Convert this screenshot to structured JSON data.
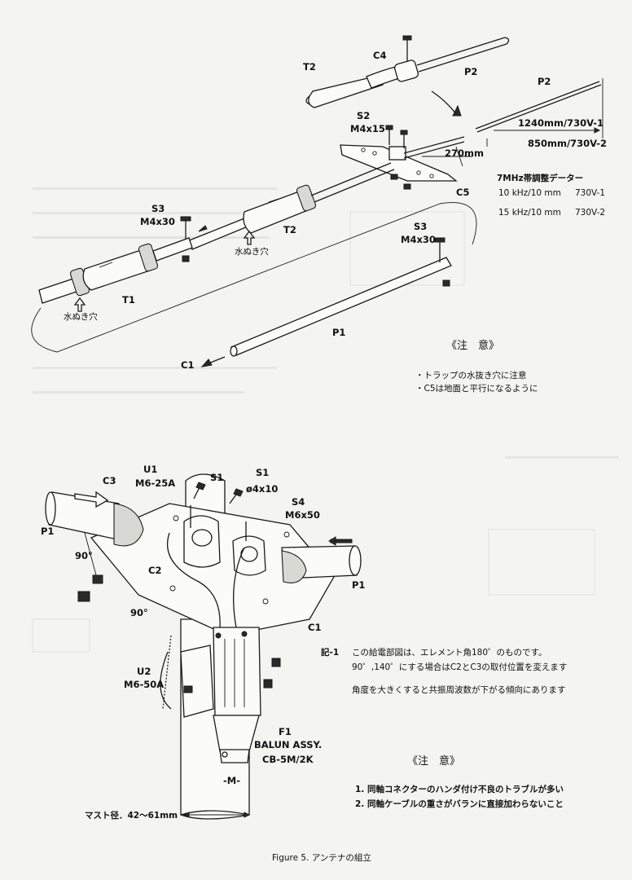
{
  "top_labels": {
    "c4": "C4",
    "t2_top": "T2",
    "p2_a": "P2",
    "p2_b": "P2",
    "s2": "S2",
    "s2_size": "M4x15",
    "dim_1240": "1240mm/730V-1",
    "dim_850": "850mm/730V-2",
    "dim_270": "270mm",
    "c5": "C5",
    "s3_left": "S3",
    "s3_left_size": "M4x30",
    "t2_mid": "T2",
    "drain_mid": "水ぬき穴",
    "t1": "T1",
    "drain_left": "水ぬき穴",
    "s3_right": "S3",
    "s3_right_size": "M4x30",
    "p1_top": "P1",
    "c1_top": "C1"
  },
  "adjust_data": {
    "title": "7MHz帯調整データー",
    "rows": [
      {
        "freq": "10 kHz/10 mm",
        "model": "730V-1"
      },
      {
        "freq": "15 kHz/10 mm",
        "model": "730V-2"
      }
    ]
  },
  "caution_top": {
    "title": "《注　意》",
    "items": [
      "・トラップの水抜き穴に注意",
      "・C5は地面と平行になるように"
    ]
  },
  "bottom_labels": {
    "u1": "U1",
    "u1_size": "M6-25A",
    "c3": "C3",
    "s1_a": "S1",
    "s1_b": "S1",
    "s1_size": "ø4x10",
    "s4": "S4",
    "s4_size": "M6x50",
    "p1_left": "P1",
    "angle_90_a": "90°",
    "c2": "C2",
    "p1_right": "P1",
    "angle_90_b": "90°",
    "c1": "C1",
    "u2": "U2",
    "u2_size": "M6-50A",
    "f1": "F1",
    "balun": "BALUN ASSY.",
    "balun_model": "CB-5M/2K",
    "m_connector": "-M-",
    "mast": "マスト径．42〜61mm"
  },
  "note": {
    "ref": "記-1",
    "lines": [
      "この給電部図は、エレメント角180゜のものです。",
      "90゜,140゜にする場合はC2とC3の取付位置を変えます",
      "角度を大きくすると共振周波数が下がる傾向にあります"
    ]
  },
  "caution_bottom": {
    "title": "《注　意》",
    "items": [
      "1. 同軸コネクターのハンダ付け不良のトラブルが多い",
      "2. 同軸ケーブルの重さがバランに直接加わらないこと"
    ]
  },
  "caption": "Figure 5. アンテナの組立"
}
